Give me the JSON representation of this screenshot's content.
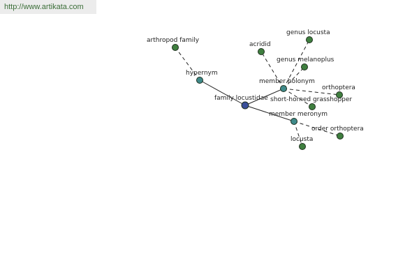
{
  "header": {
    "url": "http://www.artikata.com"
  },
  "colors": {
    "root": "#3a4f9a",
    "relation": "#3f8a8a",
    "leaf": "#3f7f3f"
  },
  "graph": {
    "nodes": [
      {
        "id": "family-locustidae",
        "label": "family locustidae",
        "kind": "root"
      },
      {
        "id": "hypernym",
        "label": "hypernym",
        "kind": "relation"
      },
      {
        "id": "member-holonym",
        "label": "member holonym",
        "kind": "relation"
      },
      {
        "id": "member-meronym",
        "label": "member meronym",
        "kind": "relation"
      },
      {
        "id": "arthropod-family",
        "label": "arthropod family",
        "kind": "leaf"
      },
      {
        "id": "acridid",
        "label": "acridid",
        "kind": "leaf"
      },
      {
        "id": "genus-locusta",
        "label": "genus locusta",
        "kind": "leaf"
      },
      {
        "id": "genus-melanoplus",
        "label": "genus melanoplus",
        "kind": "leaf"
      },
      {
        "id": "orthoptera",
        "label": "orthoptera",
        "kind": "leaf"
      },
      {
        "id": "short-horned-grasshopper",
        "label": "short-horned grasshopper",
        "kind": "leaf"
      },
      {
        "id": "order-orthoptera",
        "label": "order orthoptera",
        "kind": "leaf"
      },
      {
        "id": "locusta",
        "label": "locusta",
        "kind": "leaf"
      }
    ],
    "edges": [
      {
        "from": "family-locustidae",
        "to": "hypernym",
        "style": "solid"
      },
      {
        "from": "family-locustidae",
        "to": "member-holonym",
        "style": "solid"
      },
      {
        "from": "family-locustidae",
        "to": "member-meronym",
        "style": "solid"
      },
      {
        "from": "hypernym",
        "to": "arthropod-family",
        "style": "dashed"
      },
      {
        "from": "member-holonym",
        "to": "acridid",
        "style": "dashed"
      },
      {
        "from": "member-holonym",
        "to": "genus-locusta",
        "style": "dashed"
      },
      {
        "from": "member-holonym",
        "to": "genus-melanoplus",
        "style": "dashed"
      },
      {
        "from": "member-holonym",
        "to": "orthoptera",
        "style": "dashed"
      },
      {
        "from": "member-holonym",
        "to": "short-horned-grasshopper",
        "style": "dashed"
      },
      {
        "from": "member-meronym",
        "to": "order-orthoptera",
        "style": "dashed"
      },
      {
        "from": "member-meronym",
        "to": "locusta",
        "style": "dashed"
      }
    ]
  }
}
